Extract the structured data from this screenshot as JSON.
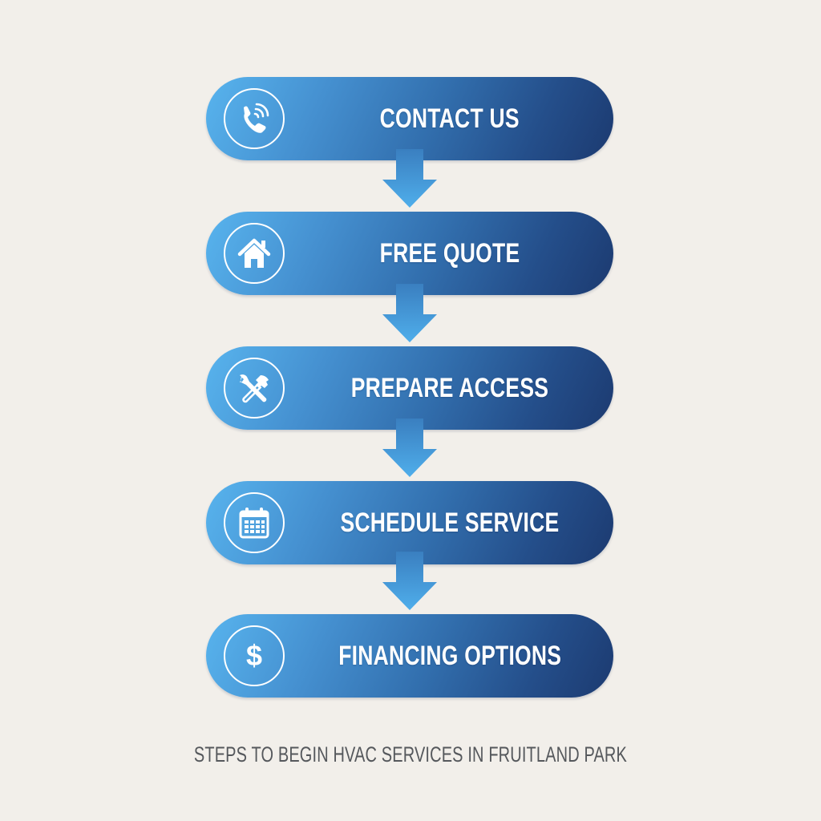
{
  "diagram": {
    "type": "vertical-process-flow",
    "colors": {
      "background": "#F2EFEA",
      "pill_gradient_start": "#58B4EE",
      "pill_gradient_end": "#1C3A70",
      "arrow_light": "#4FAEEB",
      "arrow_dark": "#3A7FC0",
      "label_text": "#FFFFFF",
      "caption_text": "#55585C"
    },
    "steps": [
      {
        "label": "CONTACT US",
        "icon": "phone-icon"
      },
      {
        "label": "FREE QUOTE",
        "icon": "home-icon"
      },
      {
        "label": "PREPARE ACCESS",
        "icon": "tools-icon"
      },
      {
        "label": "SCHEDULE SERVICE",
        "icon": "calendar-icon"
      },
      {
        "label": "FINANCING OPTIONS",
        "icon": "dollar-icon"
      }
    ],
    "connectors": [
      "down-arrow",
      "down-arrow",
      "down-arrow",
      "down-arrow"
    ],
    "caption": "STEPS TO BEGIN HVAC SERVICES IN FRUITLAND PARK"
  }
}
